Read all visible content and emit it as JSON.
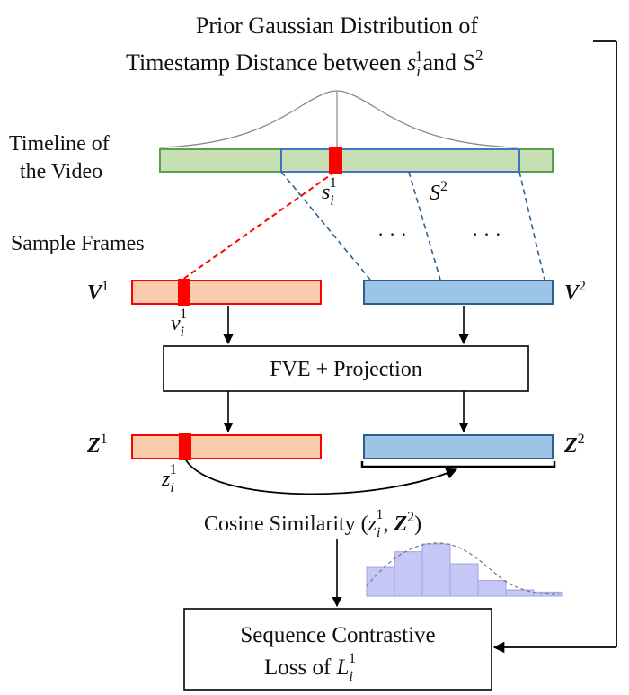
{
  "title": {
    "line1": "Prior Gaussian Distribution of",
    "line2_prefix": "Timestamp Distance between ",
    "line2_s": "s",
    "line2_s_sub": "i",
    "line2_s_sup": "1",
    "line2_and": "and S",
    "line2_and_sup": "2"
  },
  "labels": {
    "timeline_1": "Timeline of",
    "timeline_2": "the Video",
    "sample_frames": "Sample Frames",
    "s_i": "s",
    "s_i_sub": "i",
    "s_i_sup": "1",
    "S2": "S",
    "S2_sup": "2",
    "ellipsis": "· · ·",
    "V1": "V",
    "V1_sup": "1",
    "V2": "V",
    "V2_sup": "2",
    "v_i": "v",
    "v_i_sub": "i",
    "v_i_sup": "1",
    "Z1": "Z",
    "Z1_sup": "1",
    "Z2": "Z",
    "Z2_sup": "2",
    "z_i": "z",
    "z_i_sub": "i",
    "z_i_sup": "1"
  },
  "boxes": {
    "fve": "FVE + Projection",
    "loss_1": "Sequence Contrastive",
    "loss_2": "Loss of ",
    "loss_L": "L",
    "loss_L_sub": "i",
    "loss_L_sup": "1"
  },
  "cosine": {
    "prefix": "Cosine Similarity (",
    "z": "z",
    "z_sub": "i",
    "z_sup": "1",
    "comma": ", ",
    "Z": "Z",
    "Z_sup": "2",
    "suffix": ")"
  },
  "histogram": {
    "values": [
      0.55,
      0.85,
      1.0,
      0.62,
      0.3,
      0.12,
      0.08
    ]
  },
  "colors": {
    "timeline_fill": "#c6e0b4",
    "timeline_stroke": "#5aa04a",
    "red": "#ff0000",
    "salmon_fill": "#f8cbad",
    "blue_fill": "#9dc3e6",
    "blue_stroke": "#2e5e8e",
    "hist_fill": "#c5c8f5",
    "hist_stroke": "#9fa3e0"
  }
}
